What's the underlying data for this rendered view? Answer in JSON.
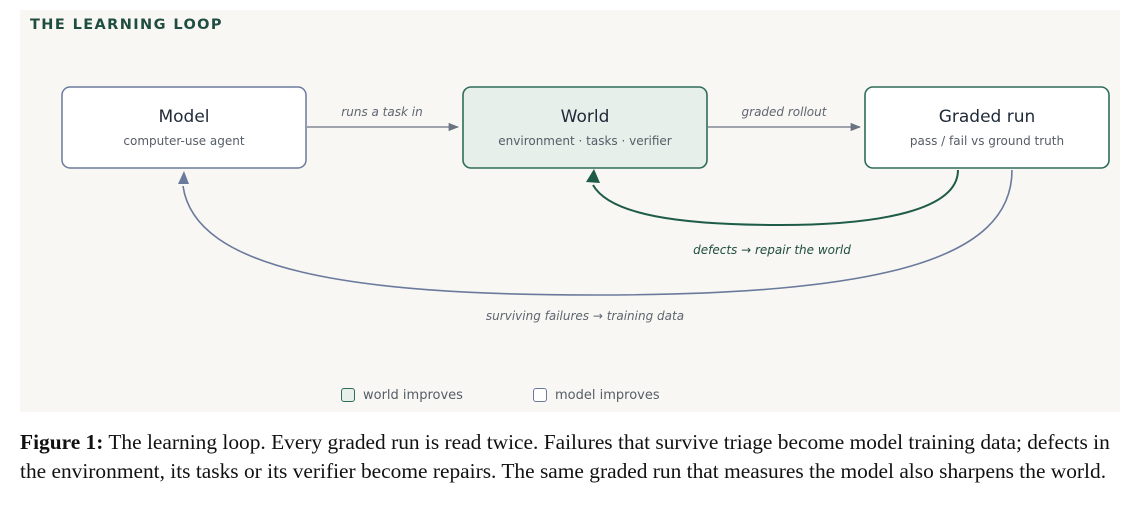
{
  "figure": {
    "title": "THE LEARNING LOOP",
    "nodes": {
      "model": {
        "title": "Model",
        "subtitle": "computer-use agent"
      },
      "world": {
        "title": "World",
        "subtitle": "environment · tasks · verifier"
      },
      "graded": {
        "title": "Graded run",
        "subtitle": "pass / fail vs ground truth"
      }
    },
    "edges": {
      "runs": "runs a task in",
      "rollout": "graded rollout",
      "repair": "defects → repair the world",
      "training": "surviving failures → training data"
    },
    "legend": {
      "world": "world improves",
      "model": "model improves"
    },
    "colors": {
      "world_accent": "#2f6d58",
      "model_accent": "#6b7a9c",
      "title": "#1f4d3f"
    }
  },
  "caption": {
    "label": "Figure 1:",
    "text": "The learning loop. Every graded run is read twice. Failures that survive triage become model training data; defects in the environment, its tasks or its verifier become repairs. The same graded run that measures the model also sharpens the world."
  }
}
